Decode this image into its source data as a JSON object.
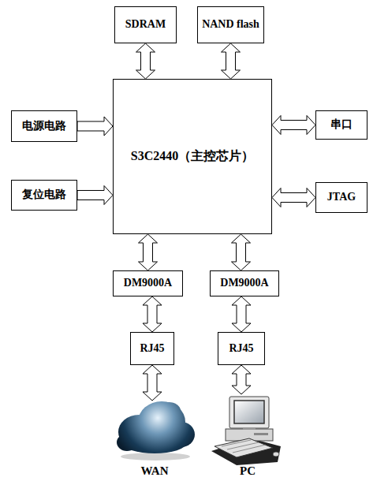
{
  "diagram": {
    "nodes": [
      {
        "text": [
          "SDRAM"
        ]
      },
      {
        "text": [
          "NAND flash"
        ]
      },
      {
        "text": [
          "电源电路"
        ]
      },
      {
        "text": [
          "S3C2440（主控芯片）"
        ]
      },
      {
        "text": [
          "串口"
        ]
      },
      {
        "text": [
          "复位电路"
        ]
      },
      {
        "text": [
          "JTAG"
        ]
      },
      {
        "text": [
          "DM9000A"
        ]
      },
      {
        "text": [
          "DM9000A"
        ]
      },
      {
        "text": [
          "RJ45"
        ]
      },
      {
        "text": [
          "RJ45"
        ]
      },
      {
        "text": [
          "WAN"
        ]
      },
      {
        "text": [
          "PC"
        ]
      }
    ],
    "edges": [
      {
        "from": 0,
        "to": 3,
        "arrow": "both"
      },
      {
        "from": 1,
        "to": 3,
        "arrow": "both"
      },
      {
        "from": 2,
        "to": 3,
        "arrow": "to"
      },
      {
        "from": 3,
        "to": 4,
        "arrow": "both"
      },
      {
        "from": 5,
        "to": 3,
        "arrow": "to"
      },
      {
        "from": 3,
        "to": 6,
        "arrow": "both"
      },
      {
        "from": 3,
        "to": 7,
        "arrow": "both"
      },
      {
        "from": 3,
        "to": 8,
        "arrow": "both"
      },
      {
        "from": 7,
        "to": 9,
        "arrow": "both"
      },
      {
        "from": 8,
        "to": 10,
        "arrow": "both"
      },
      {
        "from": 9,
        "to": 11,
        "arrow": "both"
      },
      {
        "from": 10,
        "to": 12,
        "arrow": "both"
      }
    ]
  }
}
